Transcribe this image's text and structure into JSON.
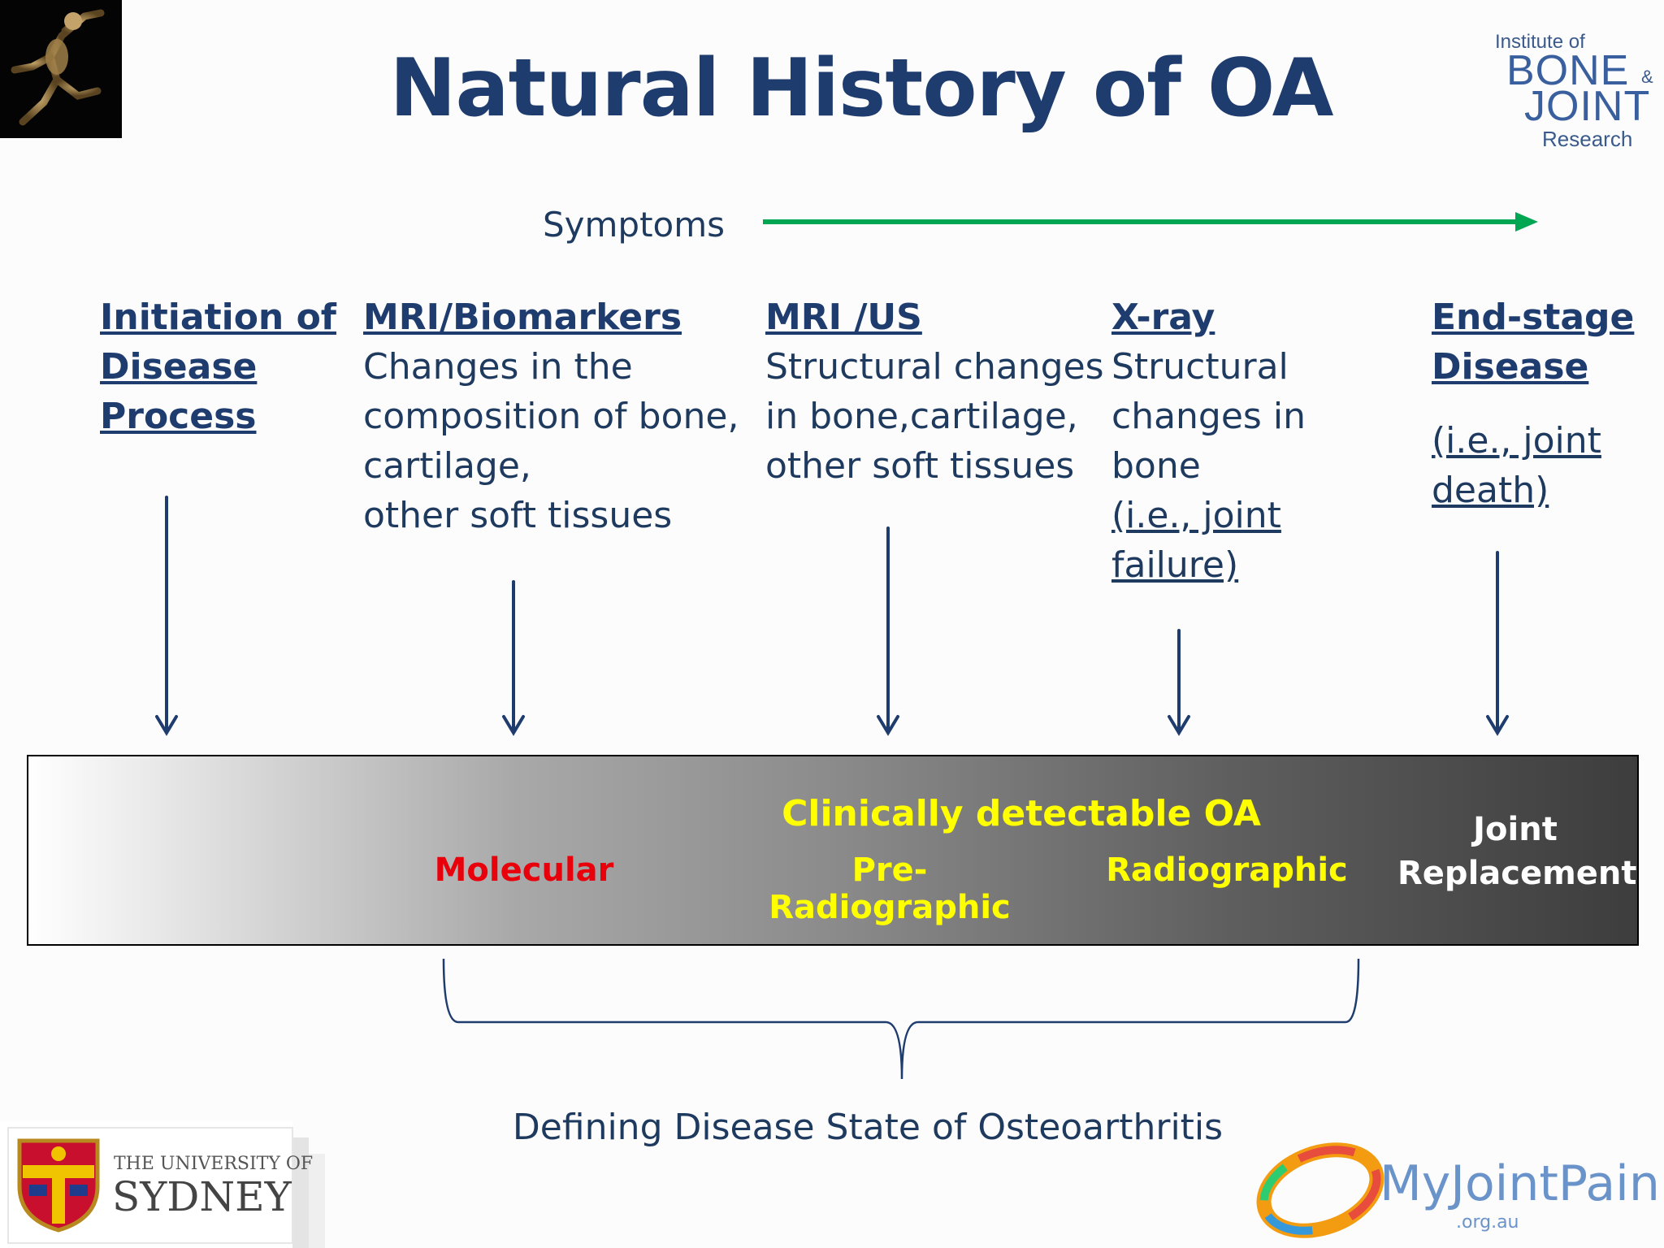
{
  "title": "Natural History of OA",
  "symptoms_label": "Symptoms",
  "columns": [
    {
      "head_lines": [
        "Initiation of",
        "Disease",
        "Process"
      ],
      "body_lines": [],
      "underlined_lines": []
    },
    {
      "head_lines": [
        "MRI/Biomarkers"
      ],
      "body_lines": [
        "Changes in the",
        "composition of bone,",
        "cartilage,",
        "other soft tissues"
      ],
      "underlined_lines": []
    },
    {
      "head_lines": [
        "MRI /US"
      ],
      "body_lines": [
        "Structural changes",
        "in bone,cartilage,",
        "other soft tissues"
      ],
      "underlined_lines": []
    },
    {
      "head_lines": [
        "X-ray"
      ],
      "body_lines": [
        "Structural",
        "changes in",
        "bone"
      ],
      "underlined_lines": [
        "(i.e., joint",
        "failure)"
      ]
    },
    {
      "head_lines": [
        "End-stage",
        "Disease"
      ],
      "body_lines": [],
      "underlined_lines": [
        "(i.e., joint",
        "death)"
      ]
    }
  ],
  "bar": {
    "clinically_detectable": "Clinically detectable OA",
    "molecular": "Molecular",
    "pre_radiographic": "Pre-Radiographic",
    "radiographic": "Radiographic",
    "joint_replacement_line1": "Joint",
    "joint_replacement_line2": "Replacement"
  },
  "caption": "Defining Disease State of Osteoarthritis",
  "logos": {
    "ibjr": {
      "line1": "Institute of",
      "line2": "BONE",
      "amp": "&",
      "line3": "JOINT",
      "line4": "Research"
    },
    "sydney": {
      "line1": "THE UNIVERSITY OF",
      "line2": "SYDNEY"
    },
    "myjointpain": {
      "name": "MyJointPain",
      "domain": ".org.au"
    }
  },
  "colors": {
    "title": "#1f3c6e",
    "text": "#1f3a5f",
    "symptoms_arrow": "#00a651",
    "molecular": "#e8000b",
    "yellow_labels": "#ffff00",
    "joint_replacement": "#ffffff"
  }
}
